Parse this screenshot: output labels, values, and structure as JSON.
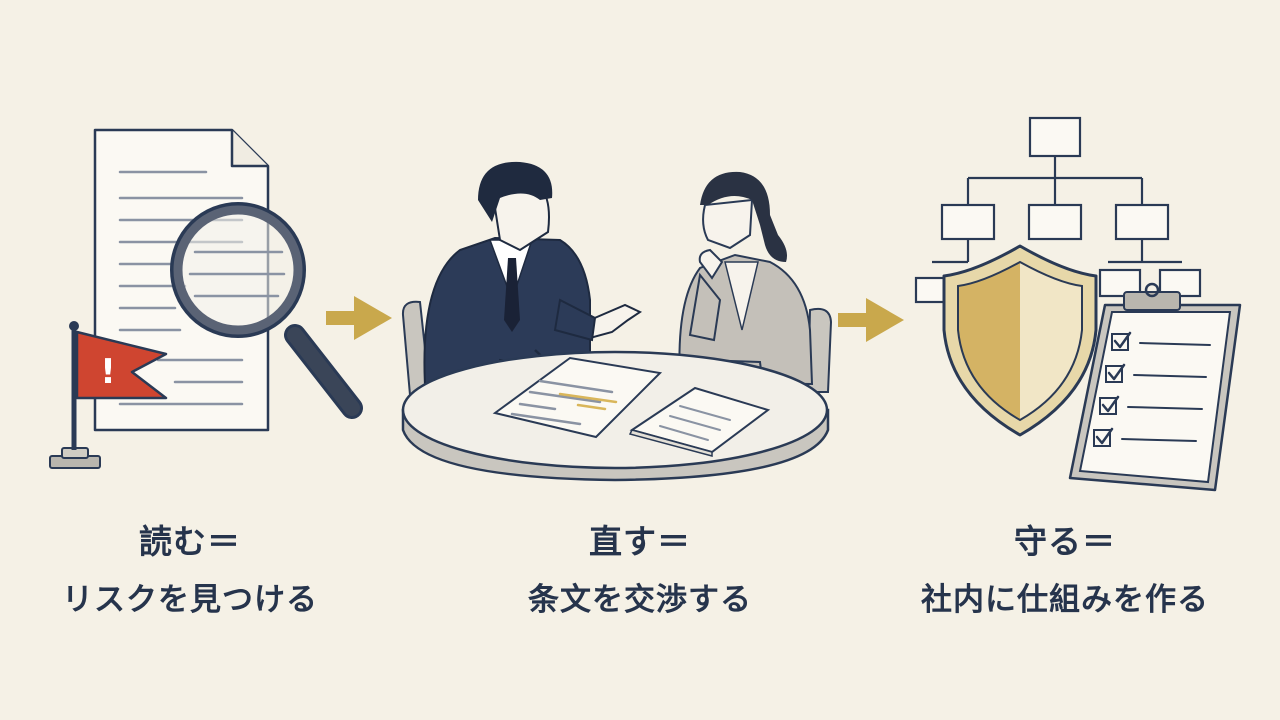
{
  "steps": [
    {
      "id": "read",
      "title": "読む＝",
      "subtitle": "リスクを見つける",
      "icon": "document-magnifier-flag-icon"
    },
    {
      "id": "fix",
      "title": "直す＝",
      "subtitle": "条文を交渉する",
      "icon": "negotiation-table-icon"
    },
    {
      "id": "guard",
      "title": "守る＝",
      "subtitle": "社内に仕組みを作る",
      "icon": "shield-org-chart-checklist-icon"
    }
  ],
  "flag_mark": "!",
  "colors": {
    "background": "#f5f1e6",
    "ink": "#23324a",
    "accent_gold": "#c9a84c",
    "flag_red": "#cf4530",
    "suit_navy": "#2c3b58",
    "suit_gray": "#b7b3ad"
  }
}
